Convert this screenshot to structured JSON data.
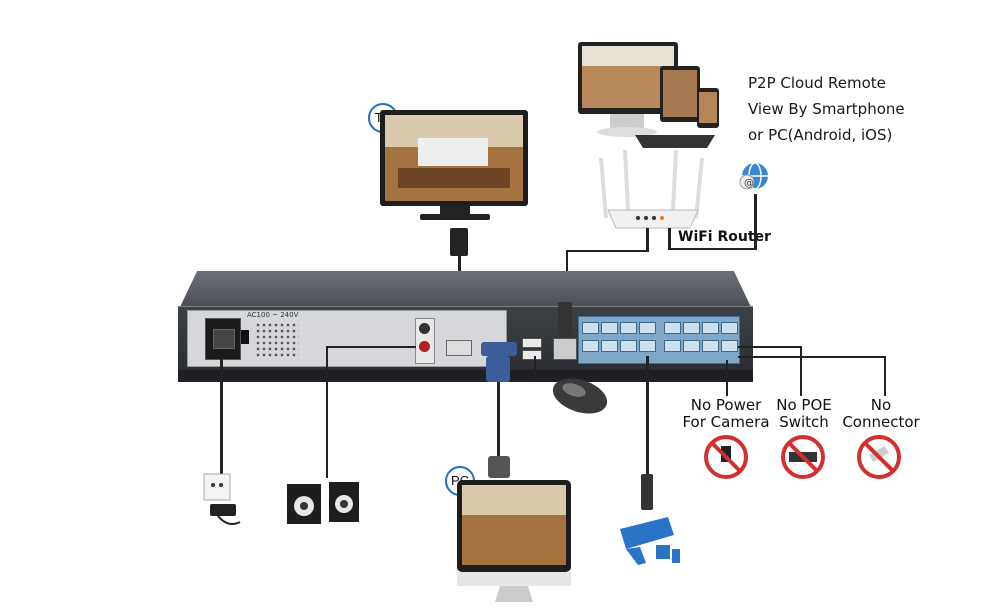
{
  "cloud": {
    "line1": "P2P Cloud Remote",
    "line2": "View By Smartphone",
    "line3": "or PC(Android, iOS)"
  },
  "tv_tag": "TV",
  "pc_tag": "PC",
  "router_label": "WiFi Router",
  "nvr_label": "AC100 ~ 240V",
  "no_items": [
    {
      "line1": "No Power",
      "line2": "For Camera"
    },
    {
      "line1": "No POE",
      "line2": "Switch"
    },
    {
      "line1": "No",
      "line2": "Connector"
    }
  ],
  "colors": {
    "accent": "#1f6fbf",
    "forbidden": "#d32f2f",
    "camera": "#2a73c7"
  }
}
